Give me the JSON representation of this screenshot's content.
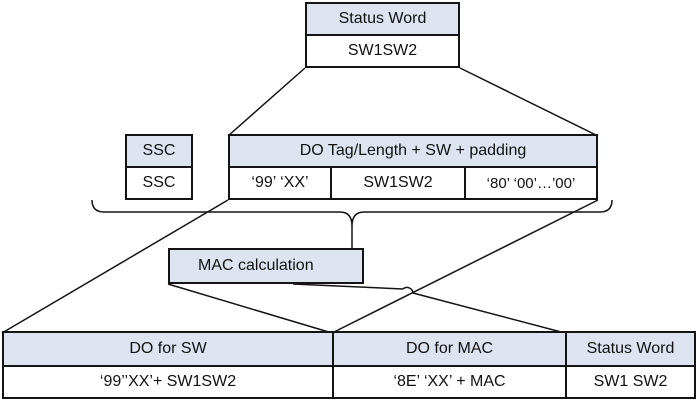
{
  "status_word_top": {
    "header": "Status Word",
    "value": "SW1SW2"
  },
  "ssc": {
    "header": "SSC",
    "value": "SSC"
  },
  "do_tag": {
    "header": "DO Tag/Length + SW + padding",
    "cells": [
      "‘99’ ‘XX’",
      "SW1SW2",
      "‘80’ ‘00’…’00’"
    ]
  },
  "mac_calculation": "MAC calculation",
  "bottom": {
    "do_sw": {
      "header": "DO for SW",
      "value": "‘99’’XX’+ SW1SW2"
    },
    "do_mac": {
      "header": "DO for MAC",
      "value": "‘8E’ ‘XX’ + MAC"
    },
    "status_word": {
      "header": "Status Word",
      "value": "SW1 SW2"
    }
  },
  "colors": {
    "header_fill": "#dde3ef",
    "stroke": "#141414"
  }
}
